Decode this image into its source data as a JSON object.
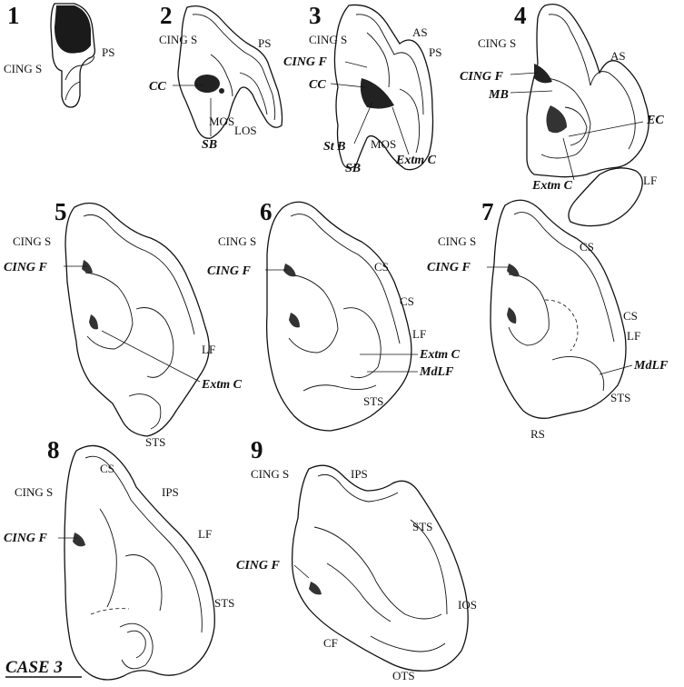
{
  "case_label": "CASE 3",
  "sections": [
    {
      "number": "1",
      "labels": [
        "PS",
        "CING S"
      ]
    },
    {
      "number": "2",
      "labels": [
        "CING S",
        "PS",
        "CC",
        "MOS",
        "LOS",
        "SB"
      ]
    },
    {
      "number": "3",
      "labels": [
        "CING S",
        "AS",
        "PS",
        "CING F",
        "CC",
        "St B",
        "MOS",
        "SB",
        "Extm C"
      ]
    },
    {
      "number": "4",
      "labels": [
        "CING S",
        "AS",
        "CING F",
        "MB",
        "EC",
        "Extm C",
        "LF"
      ]
    },
    {
      "number": "5",
      "labels": [
        "CING S",
        "CING F",
        "LF",
        "Extm C",
        "STS"
      ]
    },
    {
      "number": "6",
      "labels": [
        "CING S",
        "CS",
        "CING F",
        "CS",
        "LF",
        "Extm C",
        "MdLF",
        "STS"
      ]
    },
    {
      "number": "7",
      "labels": [
        "CING S",
        "CS",
        "CING F",
        "CS",
        "LF",
        "MdLF",
        "STS",
        "RS"
      ]
    },
    {
      "number": "8",
      "labels": [
        "CS",
        "CING S",
        "IPS",
        "CING F",
        "LF",
        "STS"
      ]
    },
    {
      "number": "9",
      "labels": [
        "CING S",
        "IPS",
        "STS",
        "CING F",
        "IOS",
        "CF",
        "OTS"
      ]
    }
  ]
}
